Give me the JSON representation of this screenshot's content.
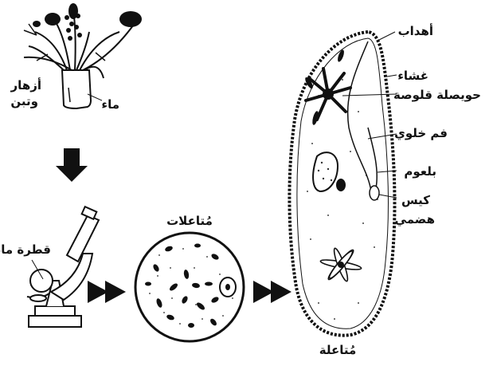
{
  "labels": {
    "flowers_and_hay_line1": "أزهار",
    "flowers_and_hay_line2": "وتبن",
    "water": "ماء",
    "water_drop": "قطرة ماء",
    "paramecia": "مُتاعلات",
    "paramecium": "مُتاعلة",
    "cilia": "أهداب",
    "membrane": "غشاء",
    "contractile_vacuole": "حويصلة قلوصة",
    "cell_mouth": "فم خلوي",
    "gullet": "بلعوم",
    "digestive_sac_line1": "كيس",
    "digestive_sac_line2": "هضمي"
  },
  "colors": {
    "ink": "#111111",
    "paper": "#ffffff"
  }
}
